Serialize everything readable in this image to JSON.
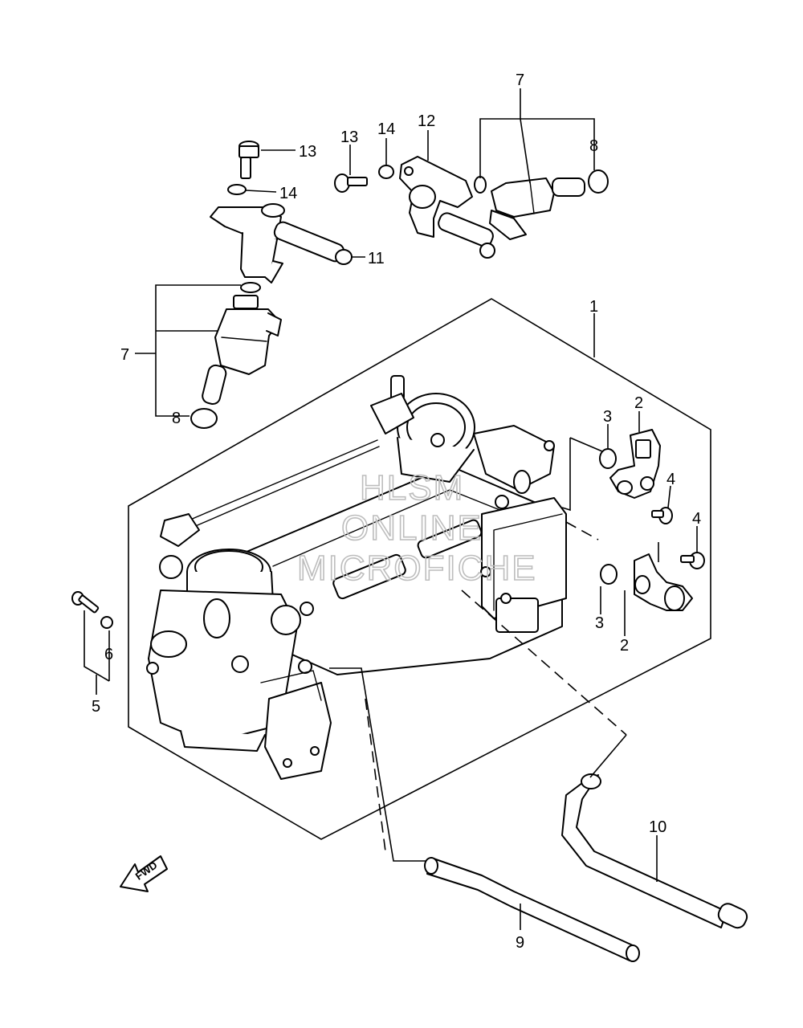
{
  "diagram": {
    "callouts": {
      "c1": "1",
      "c2a": "2",
      "c2b": "2",
      "c3a": "3",
      "c3b": "3",
      "c4a": "4",
      "c4b": "4",
      "c5": "5",
      "c6": "6",
      "c7a": "7",
      "c7b": "7",
      "c8a": "8",
      "c8b": "8",
      "c9": "9",
      "c10": "10",
      "c11": "11",
      "c12": "12",
      "c13a": "13",
      "c13b": "13",
      "c14a": "14",
      "c14b": "14"
    },
    "fwd_label": "FWD",
    "watermark": [
      "HLSM",
      "ONLINE",
      "MICROFICHE"
    ],
    "colors": {
      "ink": "#000000",
      "watermark": "#bdbdbd",
      "paper": "#ffffff"
    }
  }
}
